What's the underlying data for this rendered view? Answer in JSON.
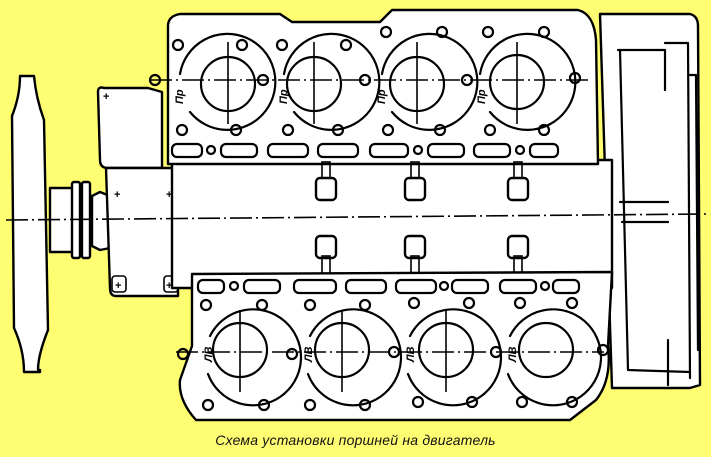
{
  "caption": "Схема установки поршней на двигатель",
  "colors": {
    "background": "#fffe73",
    "line": "#000000",
    "part_fill": "#ffffff"
  },
  "diagram": {
    "subject": "V8 engine block, top view, piston installation scheme",
    "components": [
      "flywheel",
      "crankshaft-pulley",
      "front-cover",
      "right-cylinder-bank",
      "left-cylinder-bank",
      "tappet-lifters",
      "clutch-housing",
      "crankshaft-axis"
    ],
    "right_bank": {
      "cylinders": [
        {
          "label": "Пр",
          "arrow": "front"
        },
        {
          "label": "Пр",
          "arrow": "front"
        },
        {
          "label": "Пр",
          "arrow": "front"
        },
        {
          "label": "Пр",
          "arrow": "front"
        }
      ]
    },
    "left_bank": {
      "cylinders": [
        {
          "label": "ЛВ",
          "arrow": "front"
        },
        {
          "label": "ЛВ",
          "arrow": "front"
        },
        {
          "label": "ЛВ",
          "arrow": "front"
        },
        {
          "label": "ЛВ",
          "arrow": "front"
        }
      ]
    },
    "lifters_per_bank": 3
  }
}
